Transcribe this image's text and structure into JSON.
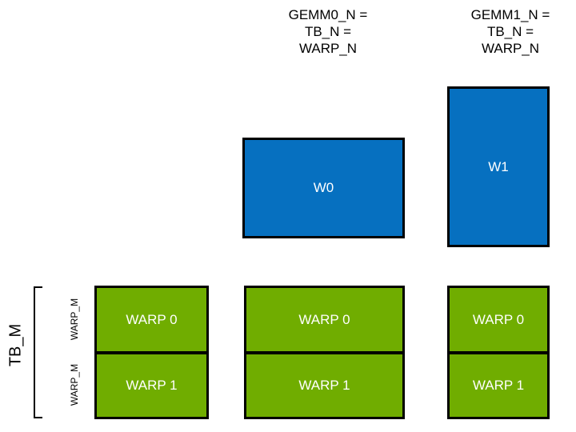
{
  "headers": [
    {
      "id": "gemm0",
      "text": "GEMM0_N =\nTB_N =\nWARP_N"
    },
    {
      "id": "gemm1",
      "text": "GEMM1_N =\nTB_N =\nWARP_N"
    }
  ],
  "blue_blocks": [
    {
      "id": "w0",
      "label": "W0"
    },
    {
      "id": "w1",
      "label": "W1"
    }
  ],
  "warp_columns": [
    {
      "id": "col0",
      "cells": [
        "WARP 0",
        "WARP 1"
      ]
    },
    {
      "id": "col1",
      "cells": [
        "WARP 0",
        "WARP 1"
      ]
    },
    {
      "id": "col2",
      "cells": [
        "WARP 0",
        "WARP 1"
      ]
    }
  ],
  "axis_labels": {
    "tb_m": "TB_M",
    "warp_m_top": "WARP_M",
    "warp_m_bottom": "WARP_M"
  },
  "colors": {
    "blue": "#0670c0",
    "green": "#70ad00",
    "outline": "#000000",
    "background": "#ffffff",
    "text_on_block": "#ffffff",
    "text": "#000000"
  }
}
